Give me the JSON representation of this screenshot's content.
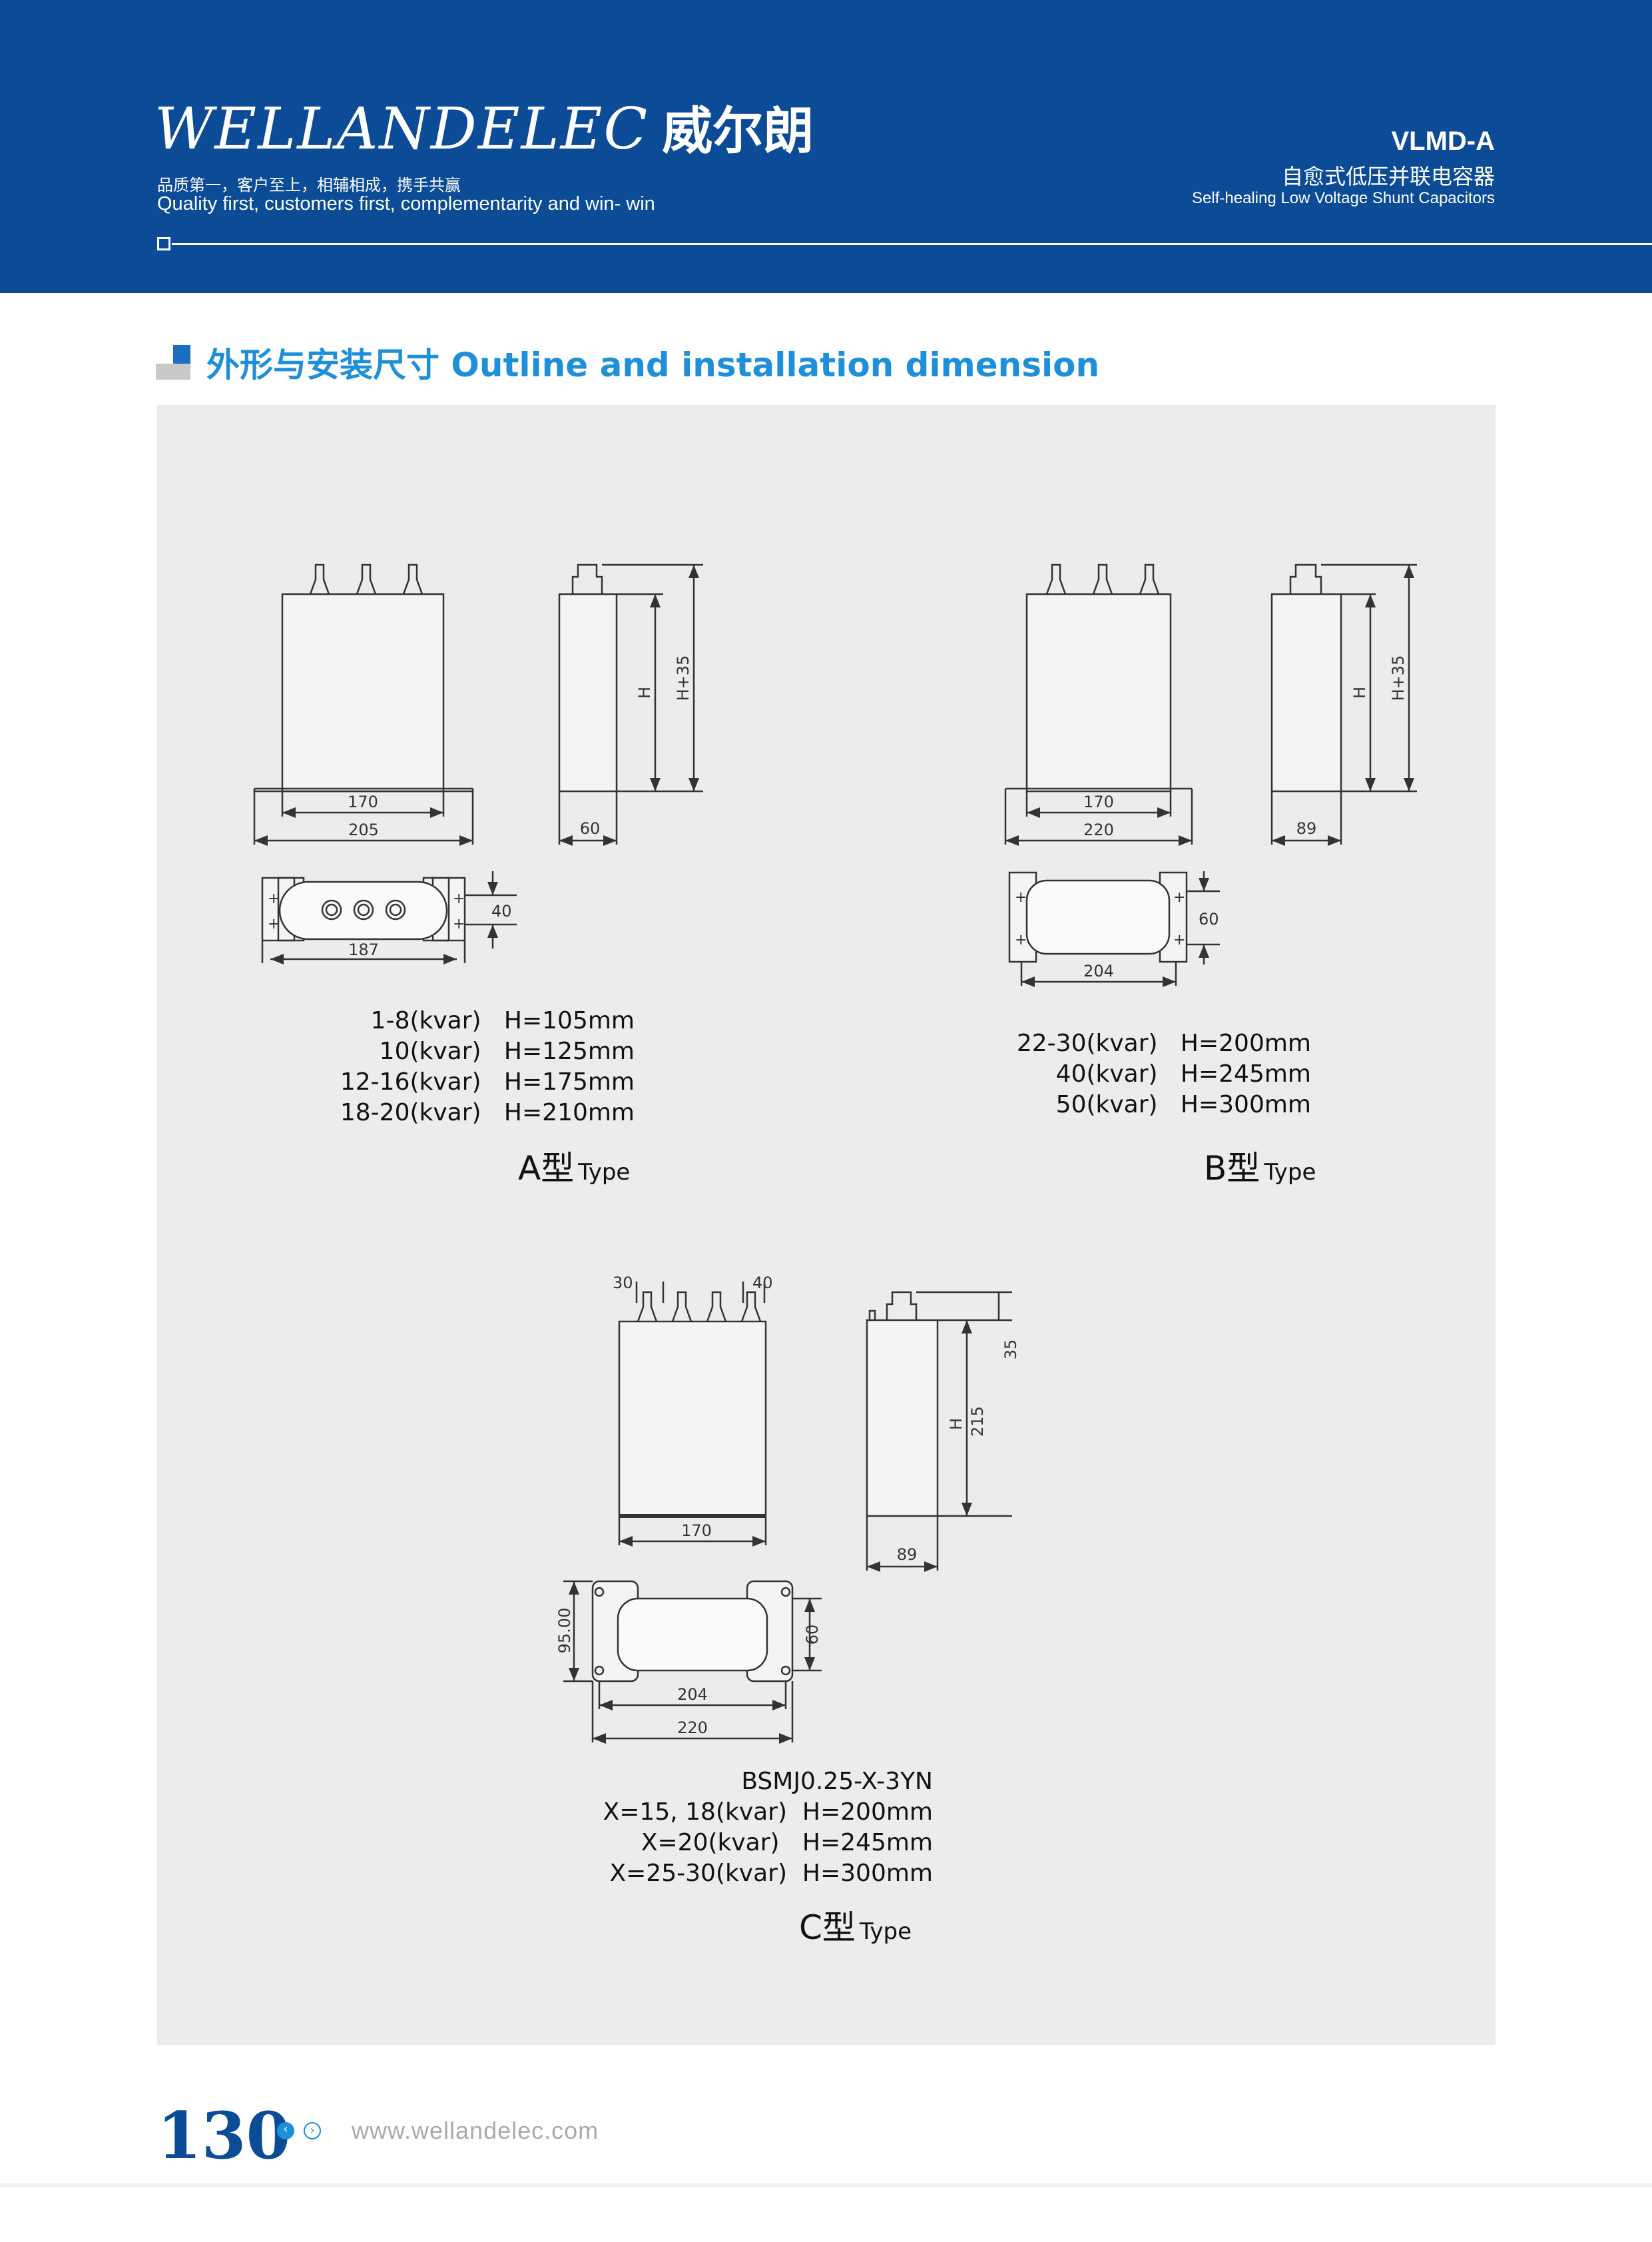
{
  "header": {
    "brand": "WELLANDELEC",
    "brand_cn": "威尔朗",
    "slogan_cn": "品质第一，客户至上，相辅相成，携手共赢",
    "slogan_en": "Quality first, customers first, complementarity and win- win",
    "model": "VLMD-A",
    "product_cn": "自愈式低压并联电容器",
    "product_en": "Self-healing Low Voltage Shunt Capacitors"
  },
  "section": {
    "title": "外形与安装尺寸 Outline and installation dimension"
  },
  "type_a": {
    "dims": {
      "w170": "170",
      "w205": "205",
      "w60": "60",
      "h": "H",
      "h35": "H+35",
      "d40": "40",
      "d187": "187"
    },
    "specs": [
      "1-8(kvar)   H=105mm",
      "10(kvar)   H=125mm",
      "12-16(kvar)   H=175mm",
      "18-20(kvar)   H=210mm"
    ],
    "label": "A型",
    "label_en": "Type"
  },
  "type_b": {
    "dims": {
      "w170": "170",
      "w220": "220",
      "w89": "89",
      "h": "H",
      "h35": "H+35",
      "d60": "60",
      "d204": "204"
    },
    "specs": [
      "22-30(kvar)   H=200mm",
      "40(kvar)   H=245mm",
      "50(kvar)   H=300mm"
    ],
    "label": "B型",
    "label_en": "Type"
  },
  "type_c": {
    "dims": {
      "d30": "30",
      "d40": "40",
      "w170": "170",
      "w89": "89",
      "h": "H",
      "h215": "215",
      "h35": "35",
      "d95": "95.00",
      "d60": "60",
      "d204": "204",
      "d220": "220"
    },
    "specs": [
      "BSMJ0.25-X-3YN",
      "X=15, 18(kvar)  H=200mm",
      "X=20(kvar)   H=245mm",
      "X=25-30(kvar)  H=300mm"
    ],
    "label": "C型",
    "label_en": "Type"
  },
  "footer": {
    "page_number": "130",
    "website": "www.wellandelec.com"
  },
  "colors": {
    "header_bg": "#0c4c97",
    "accent": "#1e8fd9",
    "panel_bg": "#ececec"
  }
}
